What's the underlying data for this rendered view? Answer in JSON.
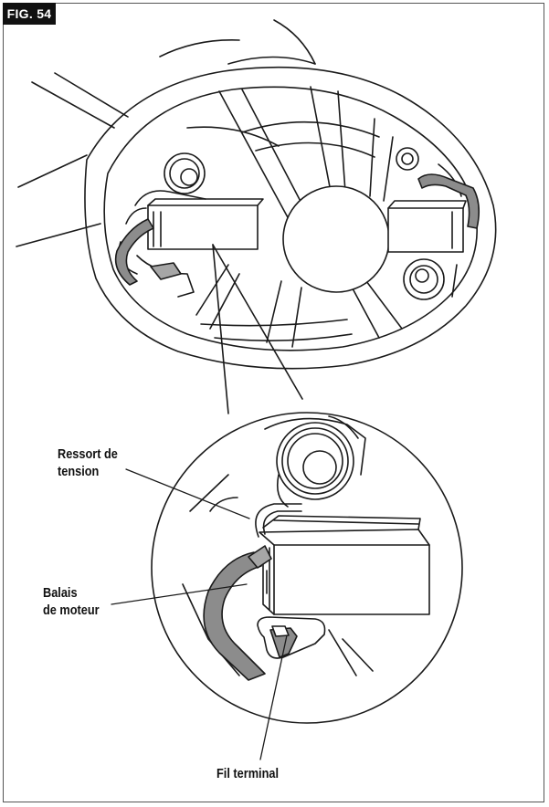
{
  "figure": {
    "tag": "FIG. 54"
  },
  "labels": {
    "ressort_line1": "Ressort de",
    "ressort_line2": "tension",
    "balais_line1": "Balais",
    "balais_line2": "de moteur",
    "fil": "Fil terminal"
  },
  "colors": {
    "line": "#1a1a1a",
    "lead_fill": "#8c8c8c",
    "lead_fill_light": "#a6a6a6",
    "background": "#ffffff"
  }
}
